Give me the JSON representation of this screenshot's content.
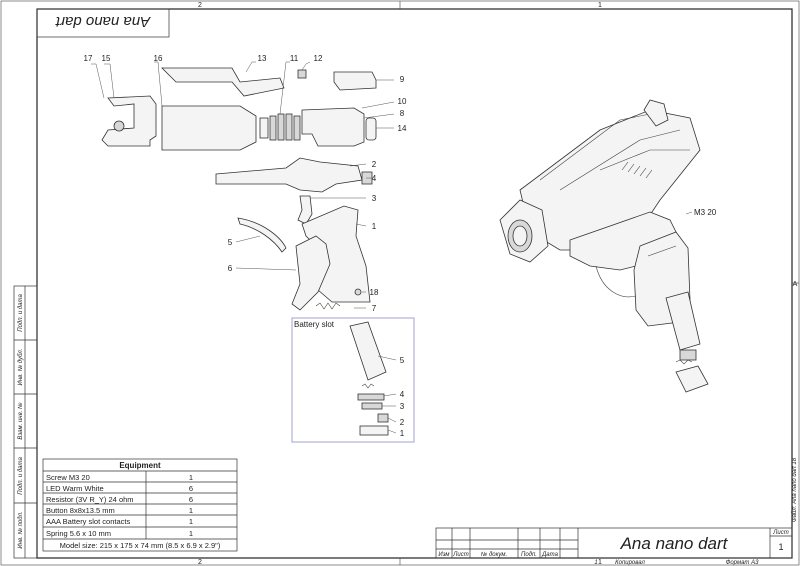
{
  "sheet": {
    "title_mirrored": "Ana nano dart",
    "zone_top_left": "2",
    "zone_top_right": "1",
    "zone_bottom_left": "2",
    "zone_bottom_right": "1",
    "zone_side": "A"
  },
  "callouts": {
    "top": [
      "17",
      "15",
      "16",
      "13",
      "11",
      "12",
      "9",
      "10",
      "8",
      "14",
      "2",
      "4",
      "3",
      "1",
      "5",
      "6",
      "18",
      "7"
    ],
    "slot": [
      "5",
      "4",
      "3",
      "2",
      "1"
    ]
  },
  "assembly_label": "M3 20",
  "battery_slot_label": "Battery slot",
  "equipment": {
    "header": "Equipment",
    "rows": [
      {
        "name": "Screw M3 20",
        "qty": "1"
      },
      {
        "name": "LED Warm White",
        "qty": "6"
      },
      {
        "name": "Resistor (3V R_Y) 24 ohm",
        "qty": "6"
      },
      {
        "name": "Button 8x8x13.5 mm",
        "qty": "1"
      },
      {
        "name": "AAA Battery slot contacts",
        "qty": "1"
      },
      {
        "name": "Spring 5.6 x 10 mm",
        "qty": "1"
      }
    ],
    "footer": "Model size: 215 x 175 x 74 mm (8.5 x 6.9 x 2.9\")"
  },
  "side_stamps": [
    "Подп. и дата",
    "Инв. № дубл.",
    "Взам. инв. №",
    "Подп. и дата",
    "Инв. № подл."
  ],
  "title_block": {
    "name": "Ana nano dart",
    "cols": [
      "Изм",
      "Лист",
      "№ докум.",
      "Подп.",
      "Дата"
    ],
    "sheet_label": "Лист",
    "sheet_no": "1",
    "bottom_num": "1",
    "copied": "Копировал",
    "format": "Формат А3",
    "file": "Файл: Ana nano dart 18"
  }
}
